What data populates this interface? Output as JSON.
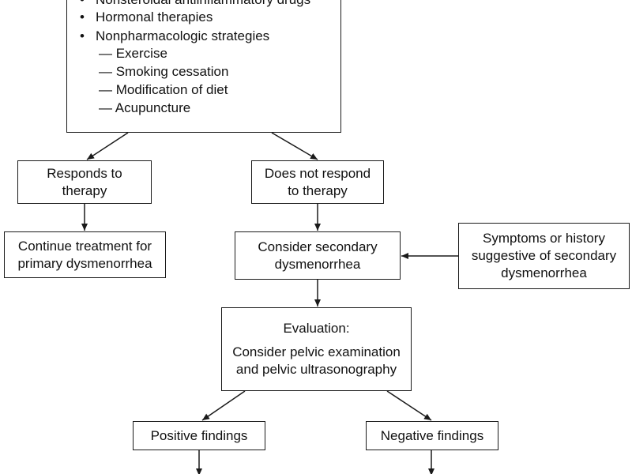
{
  "top_box": {
    "bullets": [
      "Nonsteroidal antiinflammatory drugs",
      "Hormonal therapies",
      "Nonpharmacologic strategies"
    ],
    "bullet_glyph": "•",
    "sub_items": [
      "— Exercise",
      "— Smoking cessation",
      "— Modification of diet",
      "— Acupuncture"
    ]
  },
  "nodes": {
    "responds": [
      "Responds to",
      "therapy"
    ],
    "not_respond": [
      "Does not respond",
      "to therapy"
    ],
    "continue": [
      "Continue treatment for",
      "primary dysmenorrhea"
    ],
    "consider_secondary": [
      "Consider secondary",
      "dysmenorrhea"
    ],
    "symptoms": [
      "Symptoms or history",
      "suggestive of secondary",
      "dysmenorrhea"
    ],
    "evaluation": [
      "Evaluation:",
      "Consider pelvic examination",
      "and pelvic ultrasonography"
    ],
    "positive": [
      "Positive findings"
    ],
    "negative": [
      "Negative findings"
    ]
  },
  "colors": {
    "line": "#1a1a1a",
    "text": "#111111",
    "background": "#ffffff"
  }
}
